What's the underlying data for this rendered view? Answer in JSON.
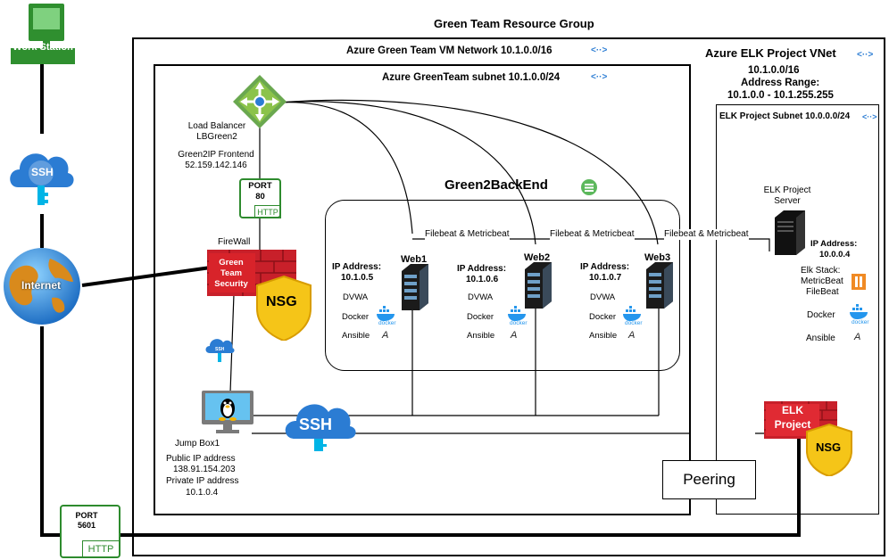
{
  "resource_group": {
    "title": "Green Team Resource Group"
  },
  "vm_network": {
    "title": "Azure Green Team VM Network 10.1.0.0/16"
  },
  "subnet": {
    "title": "Azure GreenTeam subnet 10.1.0.0/24"
  },
  "elk_vnet": {
    "title": "Azure ELK Project VNet",
    "cidr": "10.1.0.0/16",
    "range_label": "Address Range:",
    "range": "10.1.0.0 - 10.1.255.255"
  },
  "elk_subnet": {
    "title": "ELK Project Subnet 10.0.0.0/24"
  },
  "workstation": {
    "label": "Work Station"
  },
  "internet": {
    "label": "Internet"
  },
  "ssh": {
    "label": "SSH"
  },
  "load_balancer": {
    "line1": "Load Balancer",
    "line2": "LBGreen2",
    "line3": "Green2IP Frontend",
    "line4": "52.159.142.146"
  },
  "port80": {
    "port": "PORT",
    "num": "80",
    "proto": "HTTP"
  },
  "port5601": {
    "port": "PORT",
    "num": "5601",
    "proto": "HTTP"
  },
  "firewall": {
    "label": "FireWall",
    "text_lines": [
      "Green",
      "Team",
      "Security"
    ]
  },
  "nsg": {
    "label": "NSG"
  },
  "backend": {
    "title": "Green2BackEnd"
  },
  "beats": {
    "label": "Filebeat & Metricbeat"
  },
  "webs": [
    {
      "name": "Web1",
      "ip_label": "IP Address:",
      "ip": "10.1.0.5"
    },
    {
      "name": "Web2",
      "ip_label": "IP Address:",
      "ip": "10.1.0.6"
    },
    {
      "name": "Web3",
      "ip_label": "IP Address:",
      "ip": "10.1.0.7"
    }
  ],
  "apps": {
    "dvwa": "DVWA",
    "docker": "Docker",
    "ansible": "Ansible",
    "docker_logo": "docker",
    "ansible_logo": "A"
  },
  "jumpbox": {
    "name": "Jump Box1",
    "pub_label": "Public IP address",
    "pub_ip": "138.91.154.203",
    "priv_label": "Private IP address",
    "priv_ip": "10.1.0.4"
  },
  "elk_server": {
    "title1": "ELK Project",
    "title2": "Server",
    "ip_label": "IP Address:",
    "ip": "10.0.0.4",
    "stack1": "Elk Stack:",
    "stack2": "MetricBeat",
    "stack3": "FileBeat",
    "docker": "Docker",
    "ansible": "Ansible",
    "badge_lines": [
      "ELK",
      "Project"
    ]
  },
  "peering": {
    "label": "Peering"
  },
  "vnet_icon": {
    "glyph": "<··>"
  },
  "colors": {
    "green": "#2e8b2e",
    "red": "#d8232a",
    "yellow": "#f5c518",
    "blue": "#2b7cd3"
  }
}
